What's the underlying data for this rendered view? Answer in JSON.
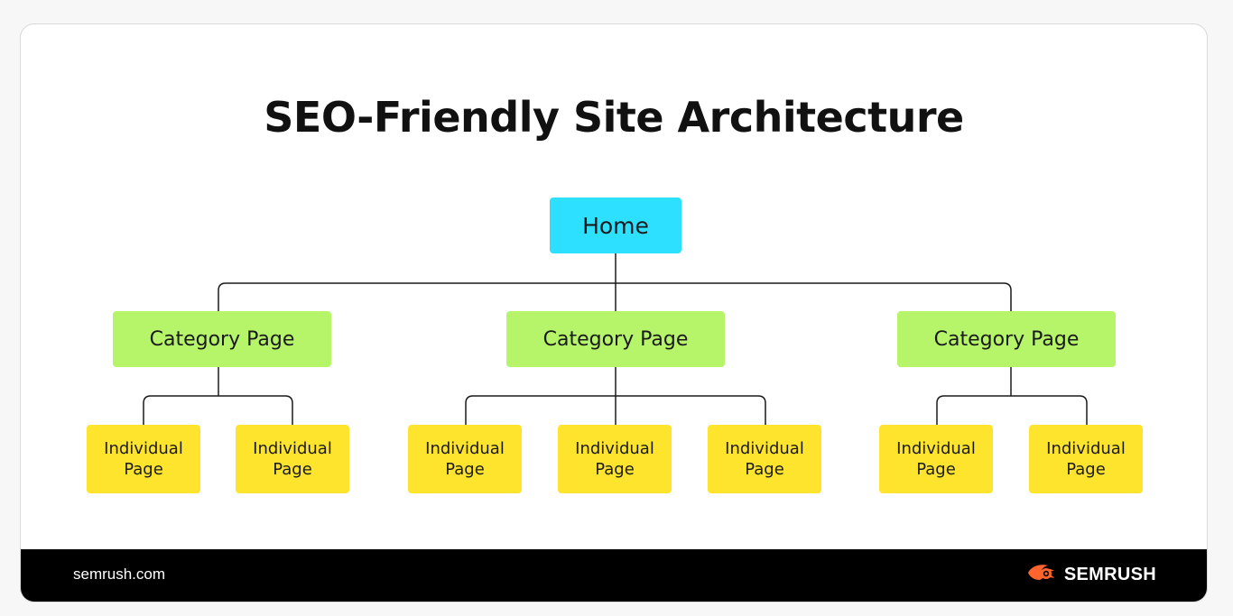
{
  "diagram": {
    "title": "SEO-Friendly Site Architecture",
    "home": {
      "label": "Home"
    },
    "categories": [
      {
        "label": "Category Page",
        "pages": [
          {
            "label": "Individual\nPage"
          },
          {
            "label": "Individual\nPage"
          }
        ]
      },
      {
        "label": "Category Page",
        "pages": [
          {
            "label": "Individual\nPage"
          },
          {
            "label": "Individual\nPage"
          },
          {
            "label": "Individual\nPage"
          }
        ]
      },
      {
        "label": "Category Page",
        "pages": [
          {
            "label": "Individual\nPage"
          },
          {
            "label": "Individual\nPage"
          }
        ]
      }
    ]
  },
  "footer": {
    "url": "semrush.com",
    "brand": "SEMRUSH",
    "brand_icon": "semrush-flame-logo"
  },
  "colors": {
    "home": "#2ee0ff",
    "category": "#b6f56a",
    "page": "#ffe42e",
    "connector": "#1a1a1a",
    "footer_bg": "#000000",
    "brand_accent": "#ff642d"
  }
}
